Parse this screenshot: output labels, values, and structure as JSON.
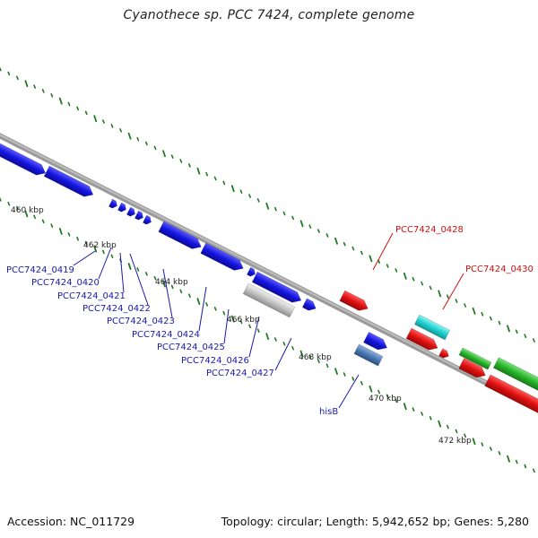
{
  "title": "Cyanothece sp. PCC 7424, complete genome",
  "footer": {
    "accession": "Accession: NC_011729",
    "summary": "Topology: circular; Length: 5,942,652 bp; Genes: 5,280"
  },
  "colors": {
    "blue": "#1515e0",
    "red": "#e01010",
    "cyan": "#1fd0d0",
    "green": "#27b527",
    "grey": "#bdbdbd",
    "steel": "#4d7ab5",
    "tick": "#1f7a1f",
    "axis": "#8c8c8c",
    "label_blue": "#1a1aa8",
    "label_red": "#cc1111"
  },
  "kbp_ticks": [
    "460 kbp",
    "462 kbp",
    "464 kbp",
    "466 kbp",
    "468 kbp",
    "470 kbp",
    "472 kbp"
  ],
  "gene_labels": [
    {
      "name": "PCC7424_0419",
      "color": "blue"
    },
    {
      "name": "PCC7424_0420",
      "color": "blue"
    },
    {
      "name": "PCC7424_0421",
      "color": "blue"
    },
    {
      "name": "PCC7424_0422",
      "color": "blue"
    },
    {
      "name": "PCC7424_0423",
      "color": "blue"
    },
    {
      "name": "PCC7424_0424",
      "color": "blue"
    },
    {
      "name": "PCC7424_0425",
      "color": "blue"
    },
    {
      "name": "PCC7424_0426",
      "color": "blue"
    },
    {
      "name": "PCC7424_0427",
      "color": "blue"
    },
    {
      "name": "hisB",
      "color": "blue"
    },
    {
      "name": "PCC7424_0428",
      "color": "red"
    },
    {
      "name": "PCC7424_0430",
      "color": "red"
    }
  ]
}
